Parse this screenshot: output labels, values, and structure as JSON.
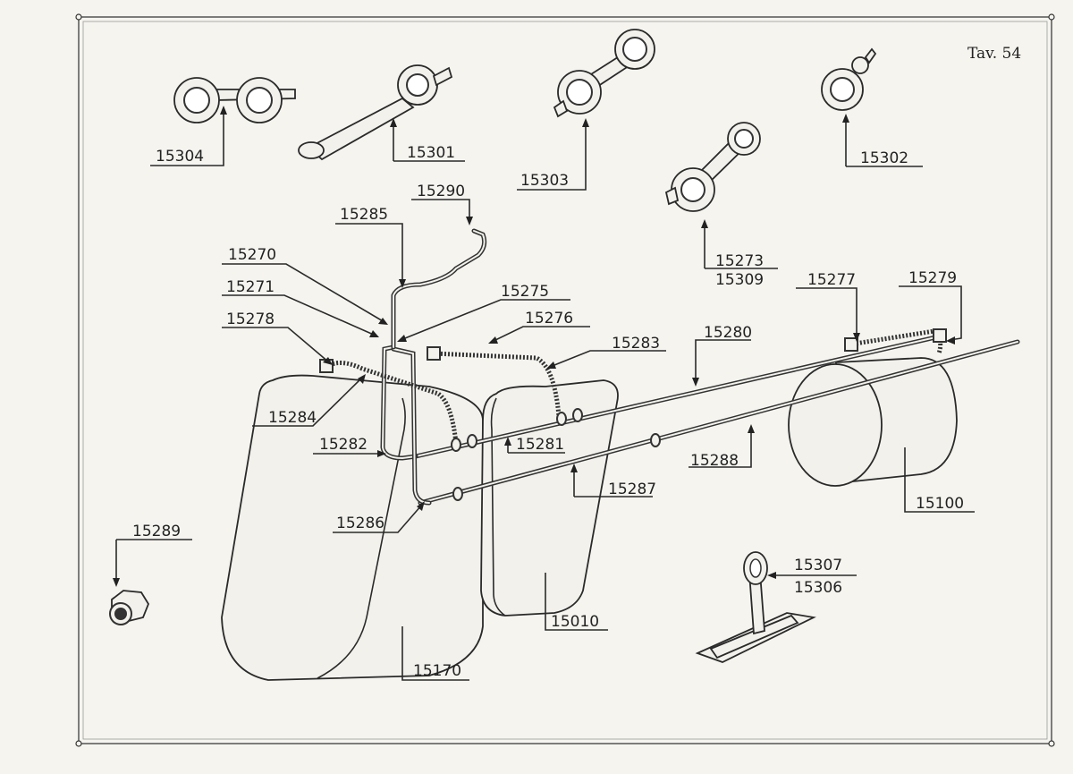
{
  "plate": {
    "title": "Tav. 54"
  },
  "parts": {
    "p15304": "15304",
    "p15301": "15301",
    "p15303": "15303",
    "p15302": "15302",
    "p15290": "15290",
    "p15285": "15285",
    "p15270": "15270",
    "p15271": "15271",
    "p15278": "15278",
    "p15275": "15275",
    "p15276": "15276",
    "p15273": "15273",
    "p15309": "15309",
    "p15277": "15277",
    "p15279": "15279",
    "p15283": "15283",
    "p15280": "15280",
    "p15284": "15284",
    "p15282": "15282",
    "p15281": "15281",
    "p15288": "15288",
    "p15287": "15287",
    "p15286": "15286",
    "p15100": "15100",
    "p15289": "15289",
    "p15307": "15307",
    "p15306": "15306",
    "p15010": "15010",
    "p15170": "15170"
  }
}
